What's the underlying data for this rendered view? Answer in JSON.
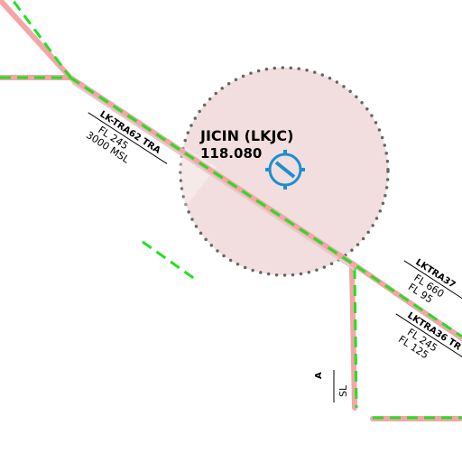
{
  "airport": {
    "name": "JICIN (LKJC)",
    "frequency": "118.080",
    "symbol_color": "#1a8fd1",
    "zone_fill": "#f2d9d9",
    "zone_border": "#666666"
  },
  "airspace_colors": {
    "boundary_pink": "#f4a6a6",
    "boundary_green": "#22e022"
  },
  "airspaces": [
    {
      "id": "tra62",
      "name": "LK-TRA62 TRA",
      "upper": "FL 245",
      "lower": "3000 MSL"
    },
    {
      "id": "tra37",
      "name": "LKTRA37",
      "upper": "FL 660",
      "lower": "FL 95"
    },
    {
      "id": "tra36",
      "name": "LKTRA36 TR",
      "upper": "FL 245",
      "lower": "FL 125"
    }
  ],
  "fragments": {
    "small_a": "A",
    "partial_msl": "SL"
  }
}
